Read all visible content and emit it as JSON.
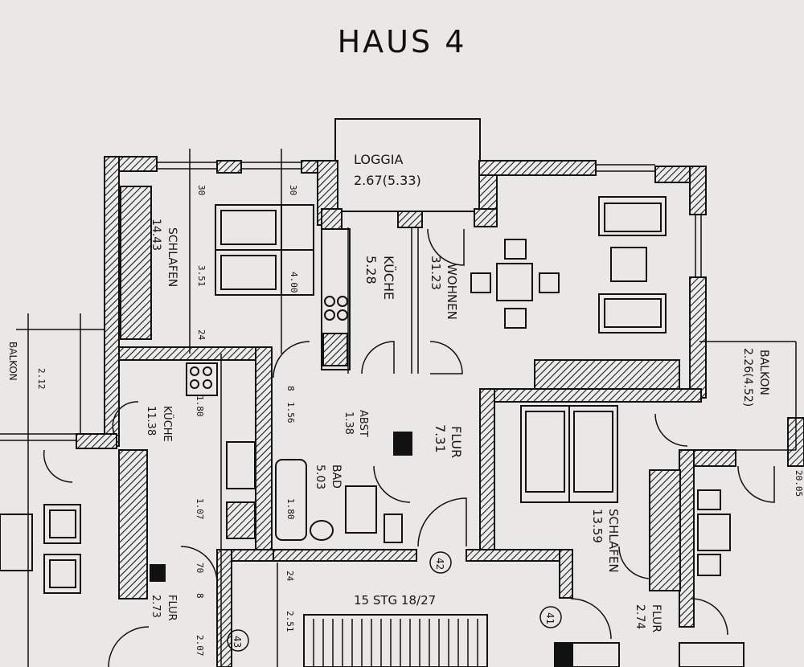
{
  "title": "HAUS 4",
  "rooms": {
    "loggia": {
      "name": "LOGGIA",
      "area": "2.67(5.33)"
    },
    "wohnen": {
      "name": "WOHNEN",
      "area": "31.23"
    },
    "kueche1": {
      "name": "KÜCHE",
      "area": "5.28"
    },
    "schlafen1": {
      "name": "SCHLAFEN",
      "area": "14.43"
    },
    "balkon": {
      "name": "BALKON",
      "area": "2.26(4.52)"
    },
    "flur": {
      "name": "FLUR",
      "area": "7.31"
    },
    "abst": {
      "name": "ABST",
      "area": "1.38"
    },
    "bad": {
      "name": "BAD",
      "area": "5.03"
    },
    "schlafen2": {
      "name": "SCHLAFEN",
      "area": "13.59"
    },
    "flur2": {
      "name": "FLUR",
      "area": "2.74"
    },
    "kueche2": {
      "name": "KÜCHE",
      "area": "11.38"
    },
    "flur3": {
      "name": "FLUR",
      "area": "2.73"
    },
    "balkon_left": {
      "name": "BALKON"
    }
  },
  "stair": {
    "label": "15 STG 18/27"
  },
  "unit_numbers": [
    "42",
    "41",
    "43"
  ],
  "dimensions": [
    "30",
    "30",
    "3.51",
    "24",
    "4.00",
    "2.12",
    "1.56",
    "8",
    "1.80",
    "1.80",
    "1.07",
    "70",
    "8",
    "24",
    "2.51",
    "2.07",
    "20.05"
  ]
}
